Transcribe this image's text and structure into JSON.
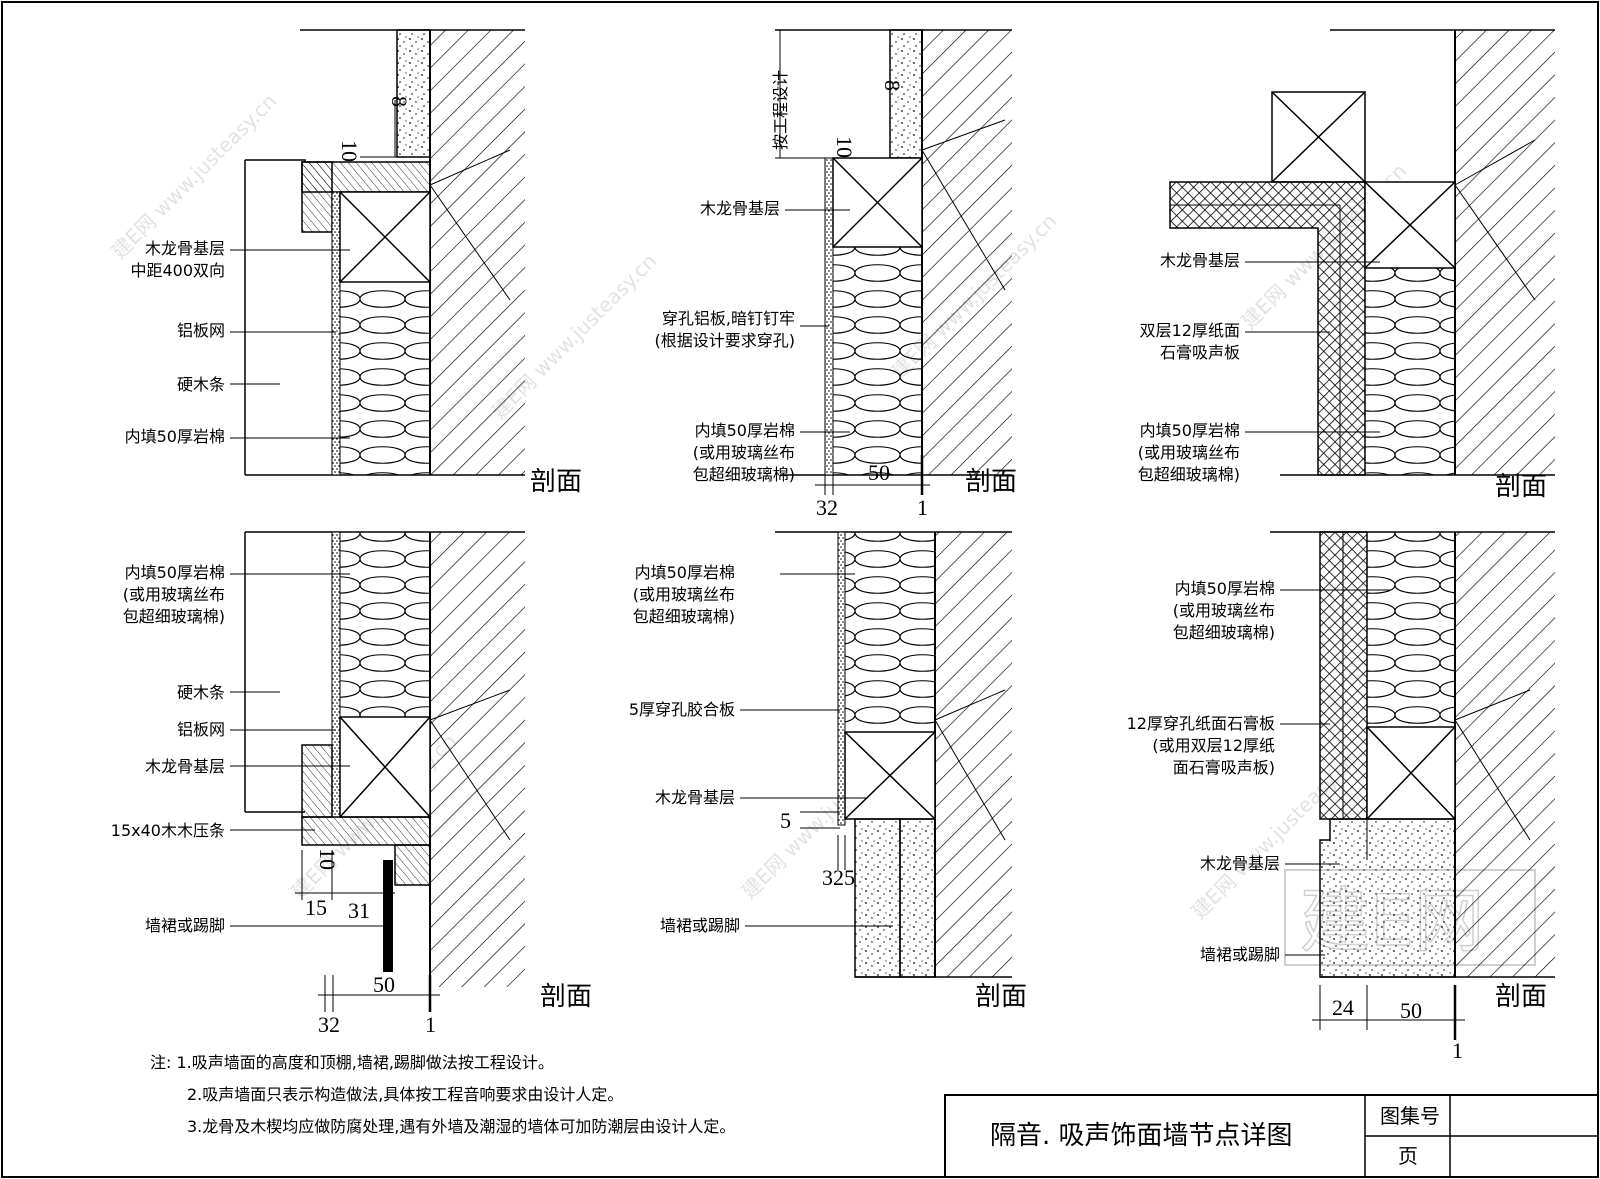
{
  "labels": {
    "p1": [
      "木龙骨基层",
      "中距400双向",
      "铝板网",
      "硬木条",
      "内填50厚岩棉"
    ],
    "p2": [
      "木龙骨基层",
      "穿孔铝板,暗钉钉牢",
      "(根据设计要求穿孔)",
      "内填50厚岩棉",
      "(或用玻璃丝布",
      "包超细玻璃棉)"
    ],
    "p3": [
      "木龙骨基层",
      "双层12厚纸面",
      "石膏吸声板",
      "内填50厚岩棉",
      "(或用玻璃丝布",
      "包超细玻璃棉)"
    ],
    "p4": [
      "内填50厚岩棉",
      "(或用玻璃丝布",
      "包超细玻璃棉)",
      "硬木条",
      "铝板网",
      "木龙骨基层",
      "15x40木木压条",
      "墙裙或踢脚"
    ],
    "p5": [
      "内填50厚岩棉",
      "(或用玻璃丝布",
      "包超细玻璃棉)",
      "5厚穿孔胶合板",
      "木龙骨基层",
      "墙裙或踢脚"
    ],
    "p6": [
      "内填50厚岩棉",
      "(或用玻璃丝布",
      "包超细玻璃棉)",
      "12厚穿孔纸面石膏板",
      "(或用双层12厚纸",
      "面石膏吸声板)",
      "木龙骨基层",
      "墙裙或踢脚"
    ]
  },
  "section_label": "剖面",
  "dims": {
    "p1": [
      "8",
      "10"
    ],
    "p2": [
      "按工程设计",
      "8",
      "10",
      "50",
      "32",
      "1"
    ],
    "p4": [
      "10",
      "15",
      "31",
      "50",
      "32",
      "1"
    ],
    "p5": [
      "5",
      "325"
    ],
    "p6": [
      "24",
      "50",
      "1"
    ]
  },
  "notes": [
    "注: 1.吸声墙面的高度和顶棚,墙裙,踢脚做法按工程设计。",
    "2.吸声墙面只表示构造做法,具体按工程音响要求由设计人定。",
    "3.龙骨及木楔均应做防腐处理,遇有外墙及潮湿的墙体可加防潮层由设计人定。"
  ],
  "title_block": {
    "title": "隔音. 吸声饰面墙节点详图",
    "atlas_label": "图集号",
    "page_label": "页"
  },
  "watermark": "建E网 www.justeasy.cn"
}
